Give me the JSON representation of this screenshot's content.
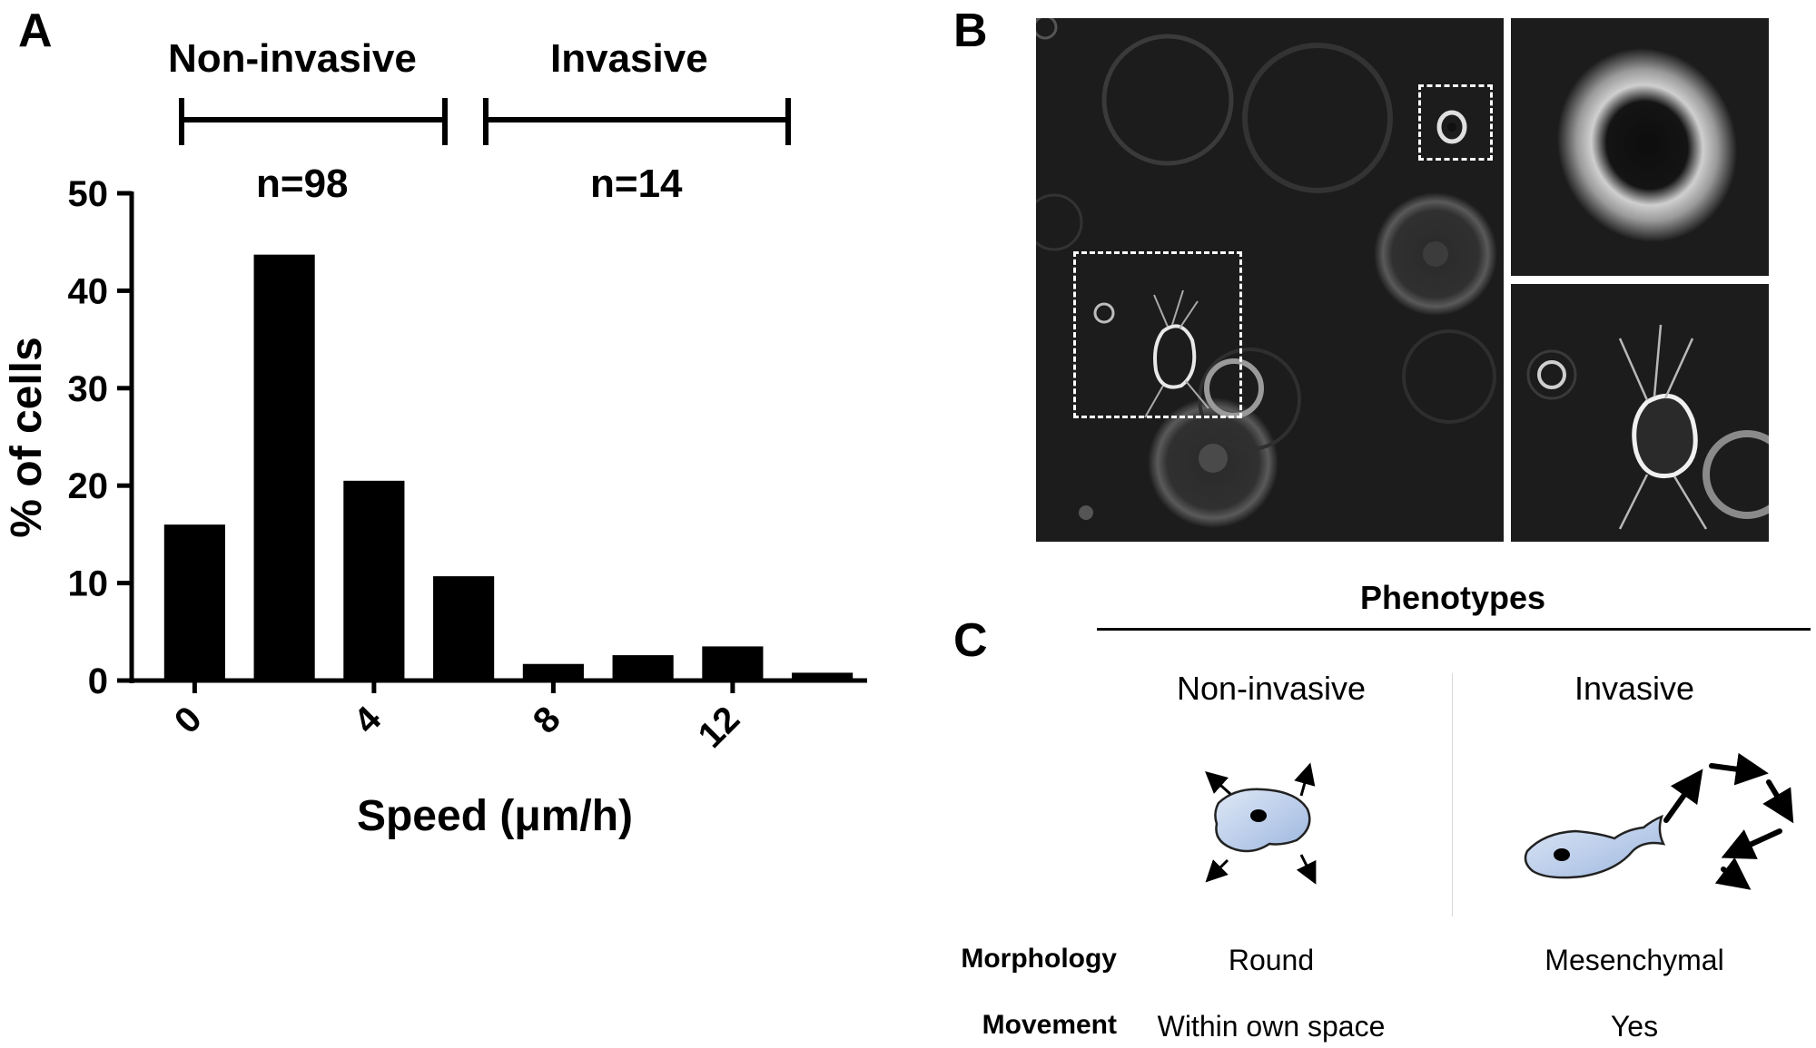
{
  "panels": {
    "a": "A",
    "b": "B",
    "c": "C"
  },
  "panel_a": {
    "groups": [
      {
        "label": "Non-invasive",
        "n": "n=98"
      },
      {
        "label": "Invasive",
        "n": "n=14"
      }
    ]
  },
  "chart_data": {
    "type": "bar",
    "categories": [
      "0",
      "2",
      "4",
      "6",
      "8",
      "10",
      "12",
      "14"
    ],
    "values": [
      16,
      43.7,
      20.5,
      10.7,
      1.7,
      2.6,
      3.5,
      0.8
    ],
    "x_tick_labels": [
      "0",
      "4",
      "8",
      "12"
    ],
    "y_tick_labels": [
      "0",
      "10",
      "20",
      "30",
      "40",
      "50"
    ],
    "xlabel": "Speed (μm/h)",
    "ylabel": "% of cells",
    "ylim": [
      0,
      50
    ],
    "grid": false,
    "bar_color": "#000000"
  },
  "panel_c": {
    "title": "Phenotypes",
    "columns": [
      "Non-invasive",
      "Invasive"
    ],
    "rows": [
      {
        "label": "Morphology",
        "values": [
          "Round",
          "Mesenchymal"
        ]
      },
      {
        "label": "Movement",
        "values": [
          "Within own space",
          "Yes"
        ]
      }
    ]
  },
  "colors": {
    "cell_fill": "#b9cdea",
    "cell_stroke": "#222222",
    "divider": "#d8d8d8"
  }
}
